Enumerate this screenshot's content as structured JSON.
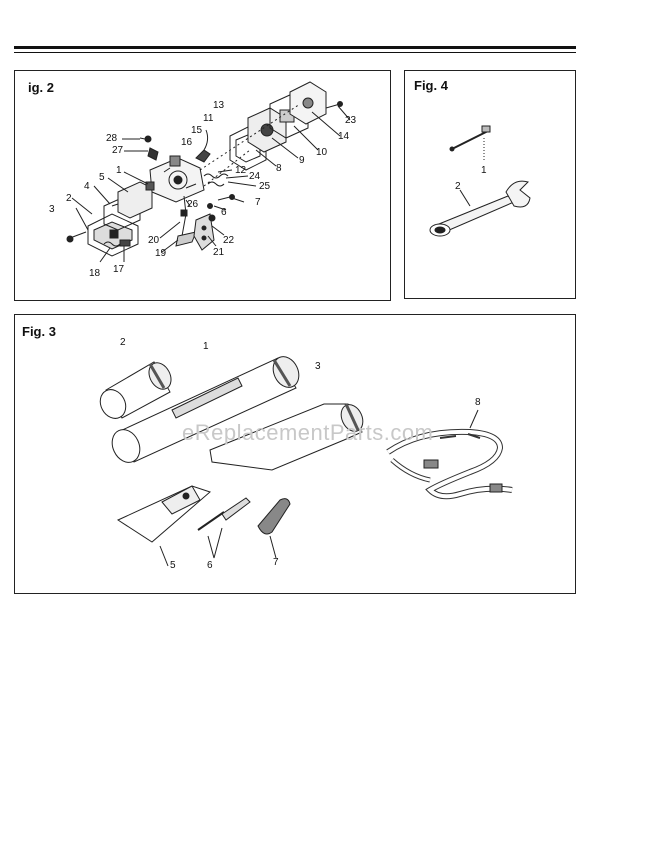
{
  "fig2": {
    "title": "ig. 2",
    "labels": [
      "13",
      "11",
      "15",
      "16",
      "28",
      "27",
      "1",
      "5",
      "4",
      "2",
      "3",
      "18",
      "17",
      "19",
      "20",
      "21",
      "22",
      "26",
      "6",
      "7",
      "25",
      "24",
      "12",
      "8",
      "9",
      "10",
      "14",
      "23"
    ]
  },
  "fig4": {
    "title": "Fig. 4",
    "labels": [
      "1",
      "2"
    ]
  },
  "fig3": {
    "title": "Fig. 3",
    "labels": [
      "2",
      "1",
      "3",
      "8",
      "5",
      "6",
      "7"
    ]
  },
  "watermark": "eReplacementParts.com"
}
